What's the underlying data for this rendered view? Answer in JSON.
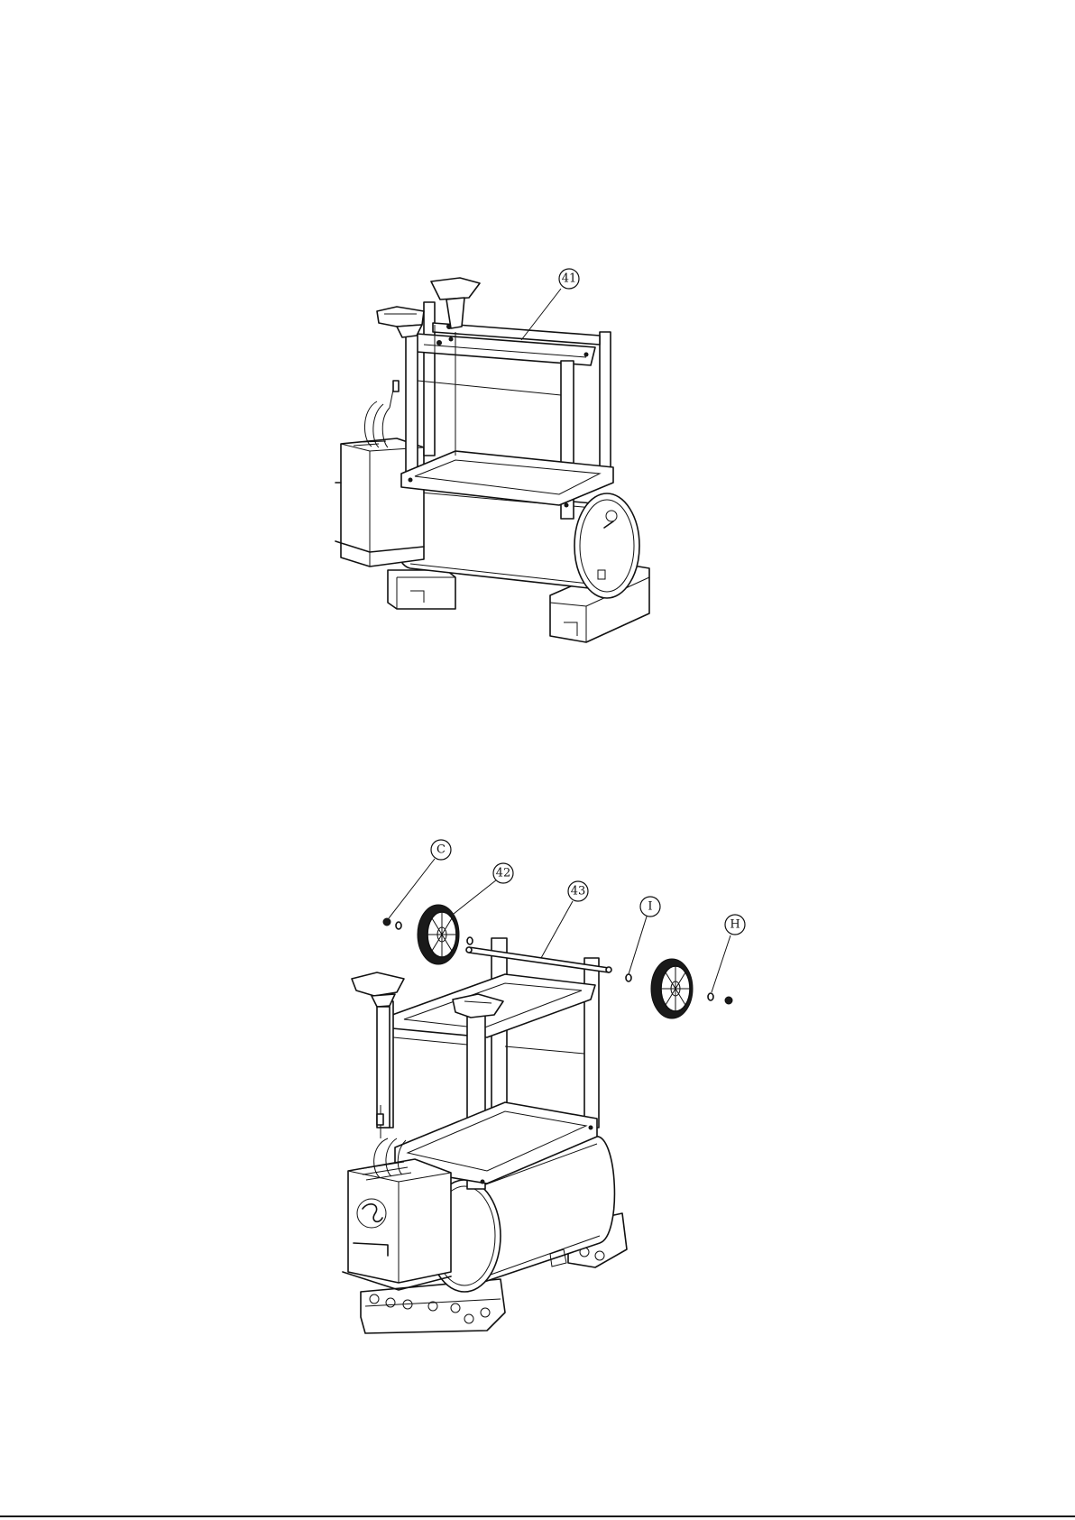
{
  "callouts": {
    "c41": "41",
    "cC": "C",
    "c42": "42",
    "c43": "43",
    "cI": "I",
    "cH": "H"
  }
}
